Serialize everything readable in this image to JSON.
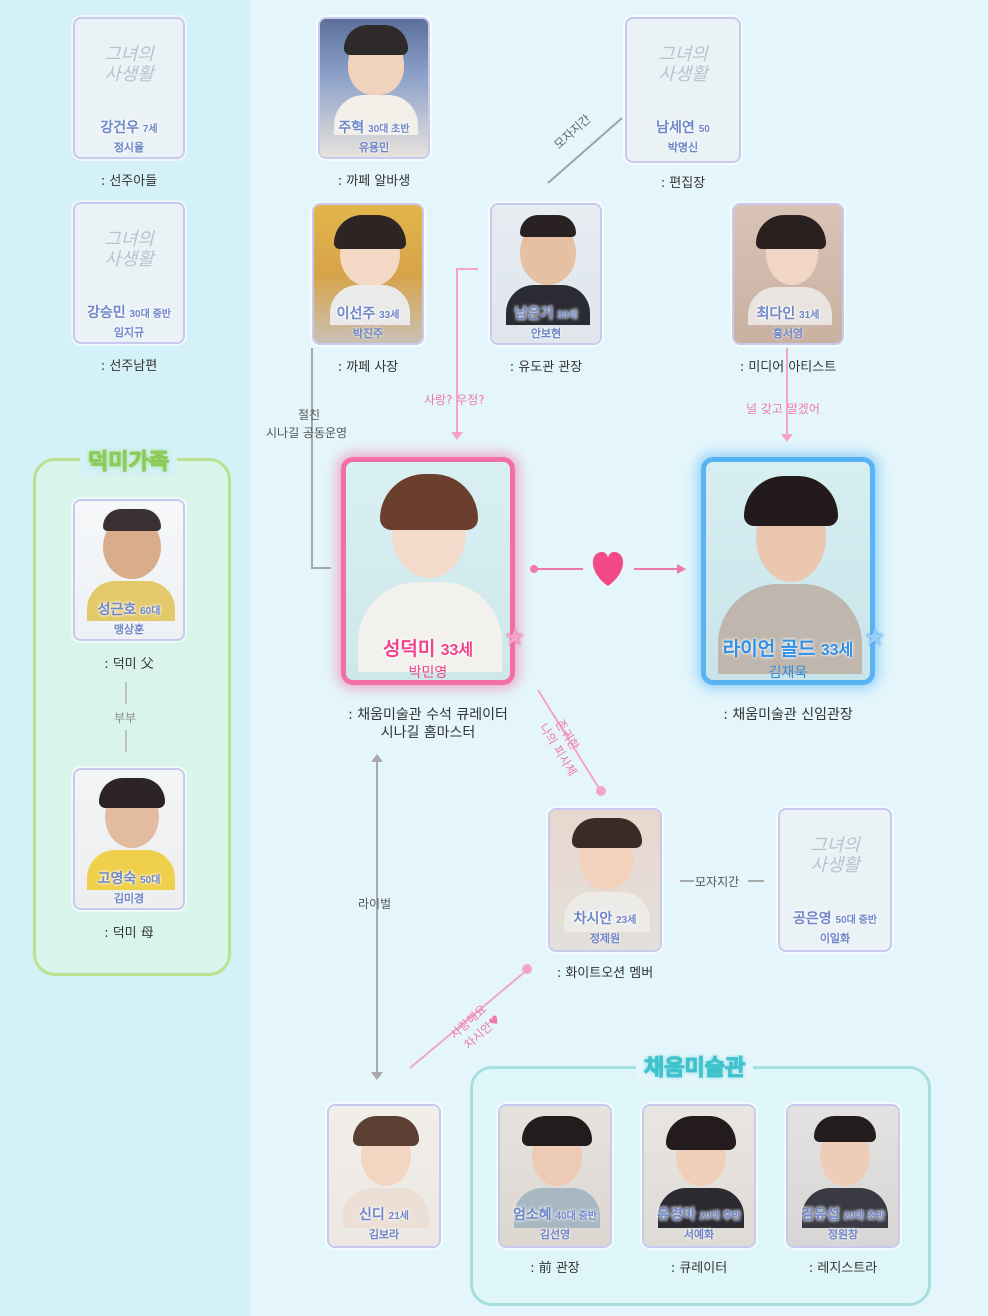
{
  "watermark": "그녀의 사생활",
  "groups": {
    "family_title": "덕미가족",
    "museum_title": "채움미술관"
  },
  "characters": {
    "kang_geonwoo": {
      "name": "강건우",
      "age": "7세",
      "actor": "정시율",
      "role": ": 선주아들"
    },
    "kang_seungmin": {
      "name": "강승민",
      "age": "30대 중반",
      "actor": "임지규",
      "role": ": 선주남편"
    },
    "ju_hyeok": {
      "name": "주혁",
      "age": "30대 초반",
      "actor": "유용민",
      "role": ": 까페 알바생"
    },
    "nam_seyeon": {
      "name": "남세연",
      "age": "50",
      "actor": "박명신",
      "role": ": 편집장"
    },
    "lee_sunju": {
      "name": "이선주",
      "age": "33세",
      "actor": "박진주",
      "role": ": 까페 사장"
    },
    "nam_eungi": {
      "name": "남은기",
      "age": "33세",
      "actor": "안보현",
      "role": ": 유도관 관장"
    },
    "choi_dain": {
      "name": "최다인",
      "age": "31세",
      "actor": "홍서영",
      "role": ": 미디어 아티스트"
    },
    "seong_geunho": {
      "name": "성근호",
      "age": "60대",
      "actor": "맹상훈",
      "role": ": 덕미 父"
    },
    "go_youngsook": {
      "name": "고영숙",
      "age": "50대",
      "actor": "김미경",
      "role": ": 덕미 母"
    },
    "seong_deokmi": {
      "name": "성덕미",
      "age": "33세",
      "actor": "박민영",
      "role_1": ": 채움미술관 수석 큐레이터",
      "role_2": "시나길 홈마스터"
    },
    "ryan_gold": {
      "name": "라이언 골드",
      "age": "33세",
      "actor": "김재욱",
      "role": ": 채움미술관 신임관장"
    },
    "cha_sian": {
      "name": "차시안",
      "age": "23세",
      "actor": "정제원",
      "role": ": 화이트오션 멤버"
    },
    "gong_eunyoung": {
      "name": "공은영",
      "age": "50대 중반",
      "actor": "이일화"
    },
    "cindy": {
      "name": "신디",
      "age": "21세",
      "actor": "김보라"
    },
    "eom_sohye": {
      "name": "엄소혜",
      "age": "40대 중반",
      "actor": "김선영",
      "role": ": 前 관장"
    },
    "yoo_kyunga": {
      "name": "유경아",
      "age": "20대 후반",
      "actor": "서예화",
      "role": ": 큐레이터"
    },
    "kim_yusub": {
      "name": "김유섭",
      "age": "20대 초반",
      "actor": "정원창",
      "role": ": 레지스트라"
    }
  },
  "relations": {
    "mother_son_1": "모자지간",
    "mother_son_2": "모자지간",
    "best_friend_1": "절친",
    "best_friend_2": "시나길 공동운영",
    "love_friendship": "사랑? 우정?",
    "jealous": "널 갖고 말겠어",
    "couple": "부부",
    "rival": "라이벌",
    "idol_1": "존귀한",
    "idol_2": "나의 피사체",
    "love_sian_1": "사랑해요",
    "love_sian_2": "차시안♥"
  },
  "colors": {
    "pink": "#f0438a",
    "blue": "#3a9af0",
    "green_group": "#a9dd7f",
    "teal_group": "#5bcfd6",
    "card_text": "#6f86c8"
  }
}
